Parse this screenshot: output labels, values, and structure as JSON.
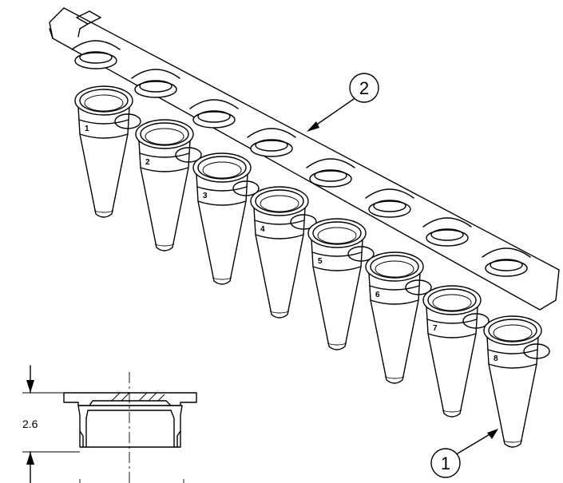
{
  "callouts": [
    {
      "id": "callout-1",
      "label": "1"
    },
    {
      "id": "callout-2",
      "label": "2"
    }
  ],
  "dimension": {
    "value": "2.6"
  },
  "tubes": [
    {
      "label": "1"
    },
    {
      "label": "2"
    },
    {
      "label": "3"
    },
    {
      "label": "4"
    },
    {
      "label": "5"
    },
    {
      "label": "6"
    },
    {
      "label": "7"
    },
    {
      "label": "8"
    }
  ]
}
